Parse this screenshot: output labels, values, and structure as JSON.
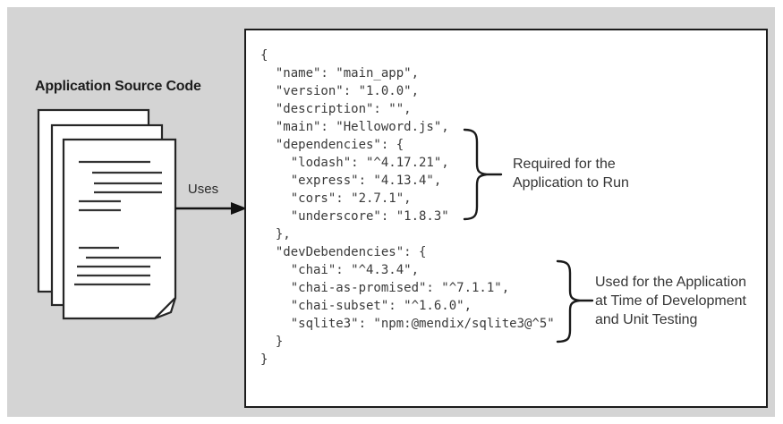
{
  "colors": {
    "panel_background": "#d4d4d4",
    "box_border": "#1c1c1c",
    "code_text": "#3a3a3a",
    "label_text": "#2b2b2b",
    "page_fill": "#ffffff"
  },
  "source_stack": {
    "label": "Application Source Code"
  },
  "arrow": {
    "label": "Uses"
  },
  "code": {
    "lines": [
      "{",
      "  \"name\": \"main_app\",",
      "  \"version\": \"1.0.0\",",
      "  \"description\": \"\",",
      "  \"main\": \"Helloword.js\",",
      "  \"dependencies\": {",
      "    \"lodash\": \"^4.17.21\",",
      "    \"express\": \"4.13.4\",",
      "    \"cors\": \"2.7.1\",",
      "    \"underscore\": \"1.8.3\"",
      "  },",
      "  \"devDebendencies\": {",
      "    \"chai\": \"^4.3.4\",",
      "    \"chai-as-promised\": \"^7.1.1\",",
      "    \"chai-subset\": \"^1.6.0\",",
      "    \"sqlite3\": \"npm:@mendix/sqlite3@^5\"",
      "  }",
      "}"
    ]
  },
  "annotations": [
    {
      "target": "dependencies",
      "lines": [
        "Required for the",
        "Application to Run"
      ]
    },
    {
      "target": "devDependencies",
      "lines": [
        "Used for the Application",
        "at Time of Development",
        "and Unit Testing"
      ]
    }
  ]
}
